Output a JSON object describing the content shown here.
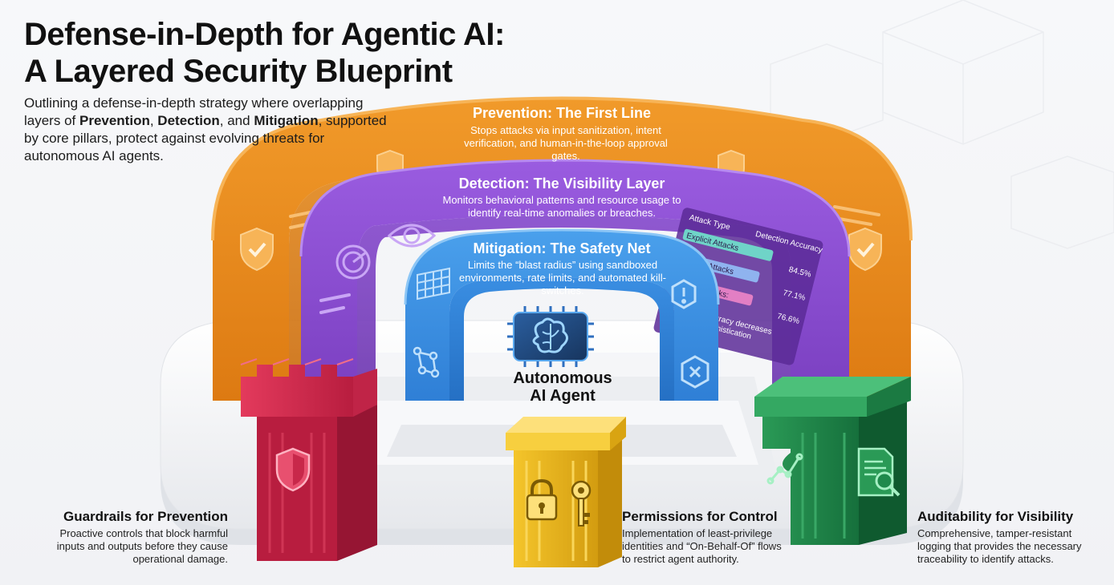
{
  "header": {
    "title_line1": "Defense-in-Depth for Agentic AI:",
    "title_line2": "A Layered Security Blueprint",
    "subtitle": {
      "part1": "Outlining a defense-in-depth strategy where overlapping layers of ",
      "prevention": "Prevention",
      "sep1": ", ",
      "detection": "Detection",
      "sep2": ", and ",
      "mitigation": "Mitigation",
      "part2": ", supported by core pillars, protect against evolving threats for autonomous AI agents."
    }
  },
  "layers": {
    "prevention": {
      "title": "Prevention: The First Line",
      "desc": "Stops attacks via input sanitization, intent verification, and human-in-the-loop approval gates.",
      "color": "#e98a1f"
    },
    "detection": {
      "title": "Detection: The Visibility Layer",
      "desc": "Monitors behavioral patterns and resource usage to identify real-time anomalies or breaches.",
      "color": "#8e4fd0"
    },
    "mitigation": {
      "title": "Mitigation: The Safety Net",
      "desc": "Limits the “blast radius” using sandboxed environments, rate limits, and automated kill-switches.",
      "color": "#3d8fe0"
    }
  },
  "agent": {
    "line1": "Autonomous",
    "line2": "AI Agent"
  },
  "detection_table": {
    "col1": "Attack Type",
    "col2": "Detection Accuracy",
    "rows": [
      {
        "label": "Explicit Attacks",
        "value": "84.5%",
        "fraction": 0.845,
        "color": "#6fd4c8"
      },
      {
        "label": "Indirect Attacks",
        "value": "77.1%",
        "fraction": 0.771,
        "color": "#8fb3ef"
      },
      {
        "label": "Stealth Attacks:",
        "value": "76.6%",
        "fraction": 0.766,
        "color": "#e27fc4"
      }
    ],
    "note": "Detection accuracy decreases with attack sophistication"
  },
  "pillars": {
    "guardrails": {
      "title": "Guardrails for Prevention",
      "desc": "Proactive controls that block harmful inputs and outputs before they cause operational damage.",
      "color": "#d8284f"
    },
    "permissions": {
      "title": "Permissions for Control",
      "desc": "Implementation of least-privilege identities and “On-Behalf-Of” flows to restrict agent authority.",
      "color": "#e8b51c"
    },
    "auditability": {
      "title": "Auditability for Visibility",
      "desc": "Comprehensive, tamper-resistant logging that provides the necessary traceability to identify attacks.",
      "color": "#1f8a4c"
    }
  },
  "icons": {
    "prevention": [
      "shield-check-icon",
      "text-lines-icon"
    ],
    "detection": [
      "radar-icon",
      "eye-icon",
      "text-lines-icon"
    ],
    "mitigation": [
      "net-icon",
      "alert-icon",
      "hexagon-plus-icon",
      "molecule-icon"
    ],
    "agent": "brain-chip-icon",
    "pillars": [
      "shield-icon",
      "lock-icon",
      "key-icon",
      "chart-line-icon",
      "document-search-icon"
    ]
  }
}
